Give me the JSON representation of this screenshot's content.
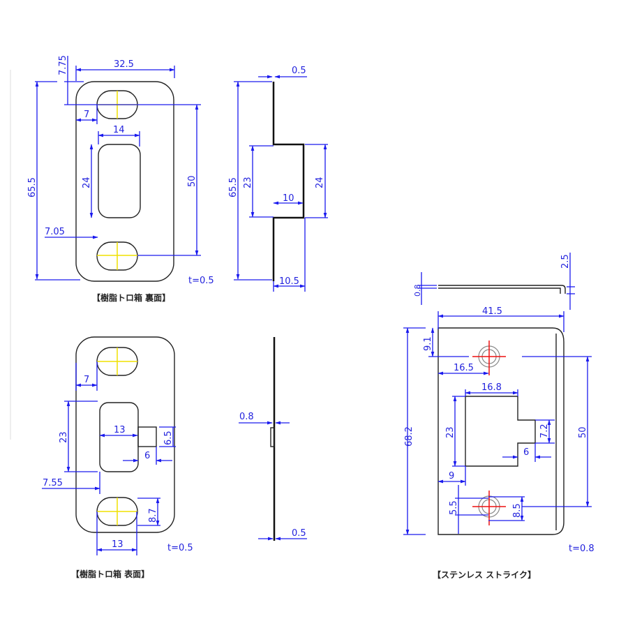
{
  "drawings": {
    "resin_back": {
      "caption": "【樹脂トロ箱 裏面】",
      "thickness": "t=0.5",
      "dims": {
        "width": "32.5",
        "top_offset": "7.75",
        "height": "65.5",
        "slot_edge": "7",
        "hole_width": "14",
        "hole_height": "24",
        "slot_pitch": "50",
        "hole_edge": "7.05"
      },
      "side": {
        "thickness": "0.5",
        "height": "65.5",
        "inner": "23",
        "outer": "24",
        "depth": "10",
        "total_depth": "10.5"
      }
    },
    "resin_front": {
      "caption": "【樹脂トロ箱 表面】",
      "thickness": "t=0.5",
      "dims": {
        "slot_edge": "7",
        "hole_height": "23",
        "hole_width": "13",
        "notch_height": "6.5",
        "notch_width": "6",
        "hole_edge": "7.55",
        "slot_height": "8.7",
        "slot_width": "13"
      },
      "side": {
        "tab": "0.8",
        "thickness": "0.5"
      }
    },
    "stainless_strike": {
      "caption": "【ステンレス ストライク】",
      "thickness": "t=0.8",
      "top": {
        "thickness": "0.8",
        "lip": "2.5"
      },
      "dims": {
        "width": "41.5",
        "height": "68.2",
        "hole_top": "9.1",
        "hole_x": "16.5",
        "cut_width": "16.8",
        "cut_height": "23",
        "notch_height": "7.2",
        "notch_width": "6",
        "pitch": "50",
        "cut_edge": "9",
        "csk_inner": "5.5",
        "csk_outer": "8.5"
      }
    }
  }
}
